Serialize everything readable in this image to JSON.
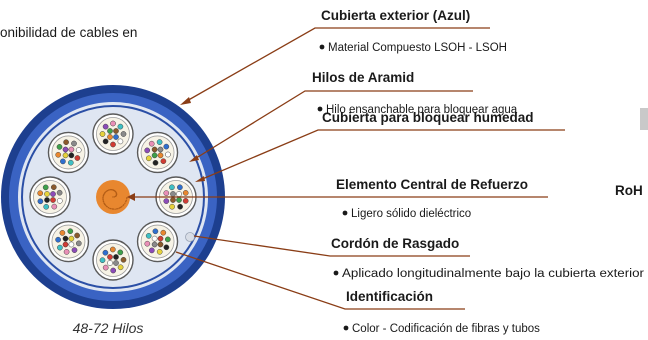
{
  "intro_text": "onibilidad de cables en",
  "caption": "48-72 Hilos",
  "rohs_text": "RoH",
  "labels": [
    {
      "title": "Cubierta exterior (Azul)",
      "desc": "Material Compuesto LSOH - LSOH"
    },
    {
      "title": "Hilos de Aramid",
      "desc": "Hilo ensanchable para bloquear agua"
    },
    {
      "title": "Cubierta para bloquear humedad",
      "desc": ""
    },
    {
      "title": "Elemento Central de Refuerzo",
      "desc": "Ligero sólido dieléctrico"
    },
    {
      "title": "Cordón de Rasgado",
      "desc": "Aplicado longitudinalmente bajo la cubierta exterior"
    },
    {
      "title": "Identificación",
      "desc": "Color - Codificación de fibras y tubos"
    }
  ],
  "colors": {
    "jacket_outer": "#1d3f8f",
    "jacket_inner": "#3a63c3",
    "aramid": "#dfe6f2",
    "moisture_ring": "#2b4fa6",
    "core": "#e8872f",
    "leader": "#8a3d16",
    "fiber_colors": [
      "#2f6fcf",
      "#e8872f",
      "#3ea04a",
      "#8a5a2b",
      "#8a8a8a",
      "#ffffff",
      "#d13c33",
      "#222222",
      "#e6d23a",
      "#8c4bb8",
      "#e98fb6",
      "#3fc0c4"
    ]
  }
}
